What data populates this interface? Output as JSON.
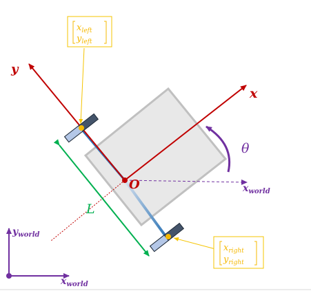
{
  "diagram": {
    "labels": {
      "y_axis": "y",
      "x_axis": "x",
      "theta": "θ",
      "origin": "O",
      "length": "L",
      "x_world_mid": "x",
      "x_world_mid_sub": "world",
      "y_world": "y",
      "y_world_sub": "world",
      "x_world": "x",
      "x_world_sub": "world"
    },
    "left_wheel_box": {
      "top": "x",
      "top_sub": "left",
      "bottom": "y",
      "bottom_sub": "left"
    },
    "right_wheel_box": {
      "top": "x",
      "top_sub": "right",
      "bottom": "y",
      "bottom_sub": "right"
    },
    "colors": {
      "robot_axes": "#c00000",
      "world_axes": "#7030a0",
      "length_marker": "#00b050",
      "callout": "#f5c400",
      "body_fill": "#e8e8e8",
      "body_stroke": "#c0c0c0",
      "wheel_dark": "#44546a",
      "axle": "#2e75b6"
    }
  }
}
